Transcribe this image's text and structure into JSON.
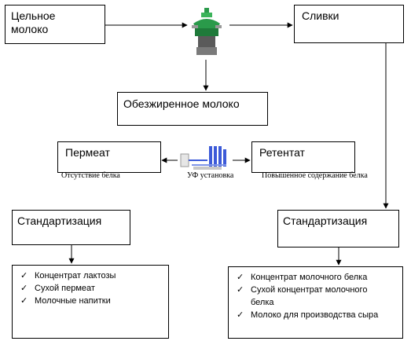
{
  "boxes": {
    "whole_milk": "Цельное\nмолоко",
    "cream": "Сливки",
    "skim_milk": "Обезжиренное молоко",
    "permeate": "Пермеат",
    "retentate": "Ретентат",
    "standardization_left": "Стандартизация",
    "standardization_right": "Стандартизация"
  },
  "captions": {
    "permeate_note": "Отсутствие белка",
    "uf_unit": "УФ установка",
    "retentate_note": "Повышенное содержание белка"
  },
  "lists": {
    "left": [
      "Концентрат лактозы",
      "Сухой пермеат",
      "Молочные напитки"
    ],
    "right": [
      "Концентрат молочного белка",
      "Сухой концентрат молочного белка",
      "Молоко для производства сыра"
    ]
  },
  "colors": {
    "separator_green": "#2a9a4a",
    "uf_blue": "#3c5ad8"
  },
  "icons": {
    "separator": "separator-machine-icon",
    "uf": "uf-installation-icon",
    "check": "check-icon"
  }
}
